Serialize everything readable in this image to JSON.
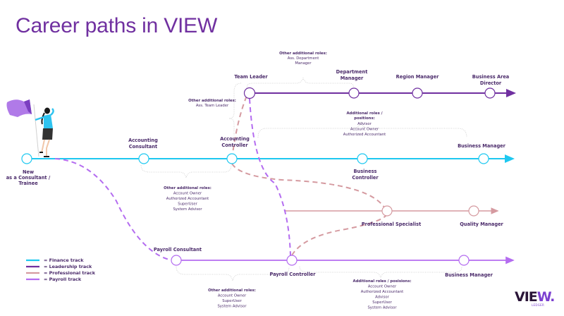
{
  "title": "Career paths in VIEW",
  "colors": {
    "title": "#7030a0",
    "finance": "#1ec8f0",
    "leadership": "#7030a0",
    "professional": "#d59aa0",
    "payroll": "#b46cf0",
    "label": "#4a2a6a"
  },
  "tracks": {
    "finance": {
      "name": "Finance track",
      "nodes": [
        {
          "label": [
            "New",
            "as a Consultant /",
            "Trainee"
          ]
        },
        {
          "label": [
            "Accounting",
            "Consultant"
          ]
        },
        {
          "label": [
            "Accounting",
            "Controller"
          ]
        },
        {
          "label": [
            "Business",
            "Controller"
          ]
        },
        {
          "label": [
            "Business Manager"
          ]
        }
      ]
    },
    "leadership": {
      "name": "Leadership track",
      "nodes": [
        {
          "label": [
            "Team Leader"
          ]
        },
        {
          "label": [
            "Department",
            "Manager"
          ]
        },
        {
          "label": [
            "Region Manager"
          ]
        },
        {
          "label": [
            "Business Area",
            "Director"
          ]
        }
      ]
    },
    "professional": {
      "name": "Professional track",
      "nodes": [
        {
          "label": [
            "Professional Specialist"
          ]
        },
        {
          "label": [
            "Quality Manager"
          ]
        }
      ]
    },
    "payroll": {
      "name": "Payroll track",
      "nodes": [
        {
          "label": [
            "Payroll Consultant"
          ]
        },
        {
          "label": [
            "Payroll Controller"
          ]
        },
        {
          "label": [
            "Business Manager"
          ]
        }
      ]
    }
  },
  "notes": {
    "team_leader": {
      "heading": "Other additional roles:",
      "items": [
        "Ass. Team Leader"
      ]
    },
    "department_manager": {
      "heading": "Other additional roles:",
      "items": [
        "Ass. Department",
        "Manager"
      ]
    },
    "business_controller": {
      "heading": [
        "Additional roles /",
        "positions:"
      ],
      "items": [
        "Advisor",
        "Account Owner",
        "Authorized Accountant"
      ]
    },
    "accounting": {
      "heading": "Other additional roles:",
      "items": [
        "Account Owner",
        "Authorized Accountant",
        "SuperUser",
        "System Advisor"
      ]
    },
    "payroll_consultant": {
      "heading": "Other additional roles:",
      "items": [
        "Account Owner",
        "SuperUser",
        "System Advisor"
      ]
    },
    "payroll_controller": {
      "heading": "Additional roles / posisions:",
      "items": [
        "Account Owner",
        "Authorized Accountant",
        "Advisor",
        "SuperUser",
        "System Advisor"
      ]
    }
  },
  "legend": [
    {
      "key": "finance",
      "text": "= Finance track"
    },
    {
      "key": "leadership",
      "text": "= Leadership track"
    },
    {
      "key": "professional",
      "text": "= Professional track"
    },
    {
      "key": "payroll",
      "text": "= Payroll track"
    }
  ],
  "logo": {
    "main_a": "VIE",
    "main_b": "W.",
    "sub": "LEDGER"
  }
}
